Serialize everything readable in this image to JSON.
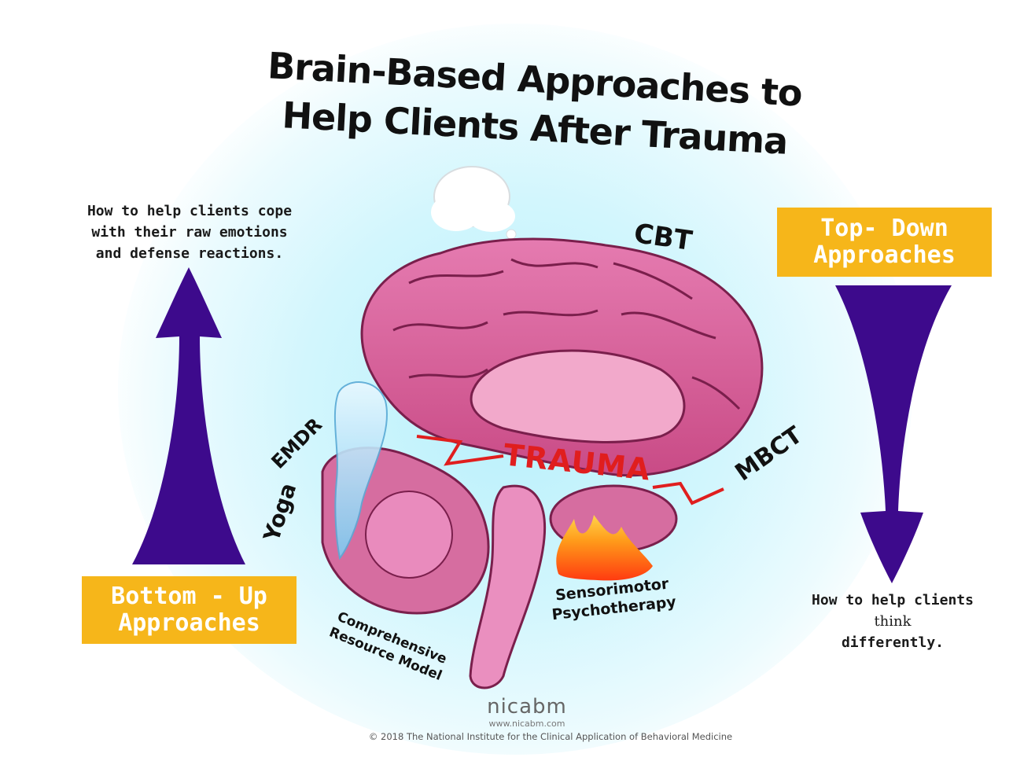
{
  "title": {
    "line1": "Brain-Based Approaches to",
    "line2": "Help Clients After Trauma"
  },
  "left_note": {
    "line1": "How to help clients cope",
    "line2": "with their raw emotions",
    "line3": "and defense reactions."
  },
  "right_note": {
    "line1": "How to help clients",
    "line2": "think",
    "line3": "differently."
  },
  "top_down_badge": {
    "line1": "Top- Down",
    "line2": "Approaches"
  },
  "bottom_up_badge": {
    "line1": "Bottom - Up",
    "line2": "Approaches"
  },
  "brain_labels": {
    "cbt": "CBT",
    "mbct": "MBCT",
    "emdr": "EMDR",
    "yoga": "Yoga",
    "trauma": "TRAUMA",
    "sensorimotor_line1": "Sensorimotor",
    "sensorimotor_line2": "Psychotherapy",
    "crm_line1": "Comprehensive",
    "crm_line2": "Resource Model"
  },
  "logo": {
    "name": "nicabm",
    "url": "www.nicabm.com"
  },
  "copyright": "©  2018  The National Institute for the Clinical Application of Behavioral Medicine",
  "colors": {
    "arrow": "#3d0a8c",
    "badge": "#f6b61a",
    "brain": "#d9649a",
    "trauma": "#e01e1e",
    "glow": "#b8f0fb"
  }
}
